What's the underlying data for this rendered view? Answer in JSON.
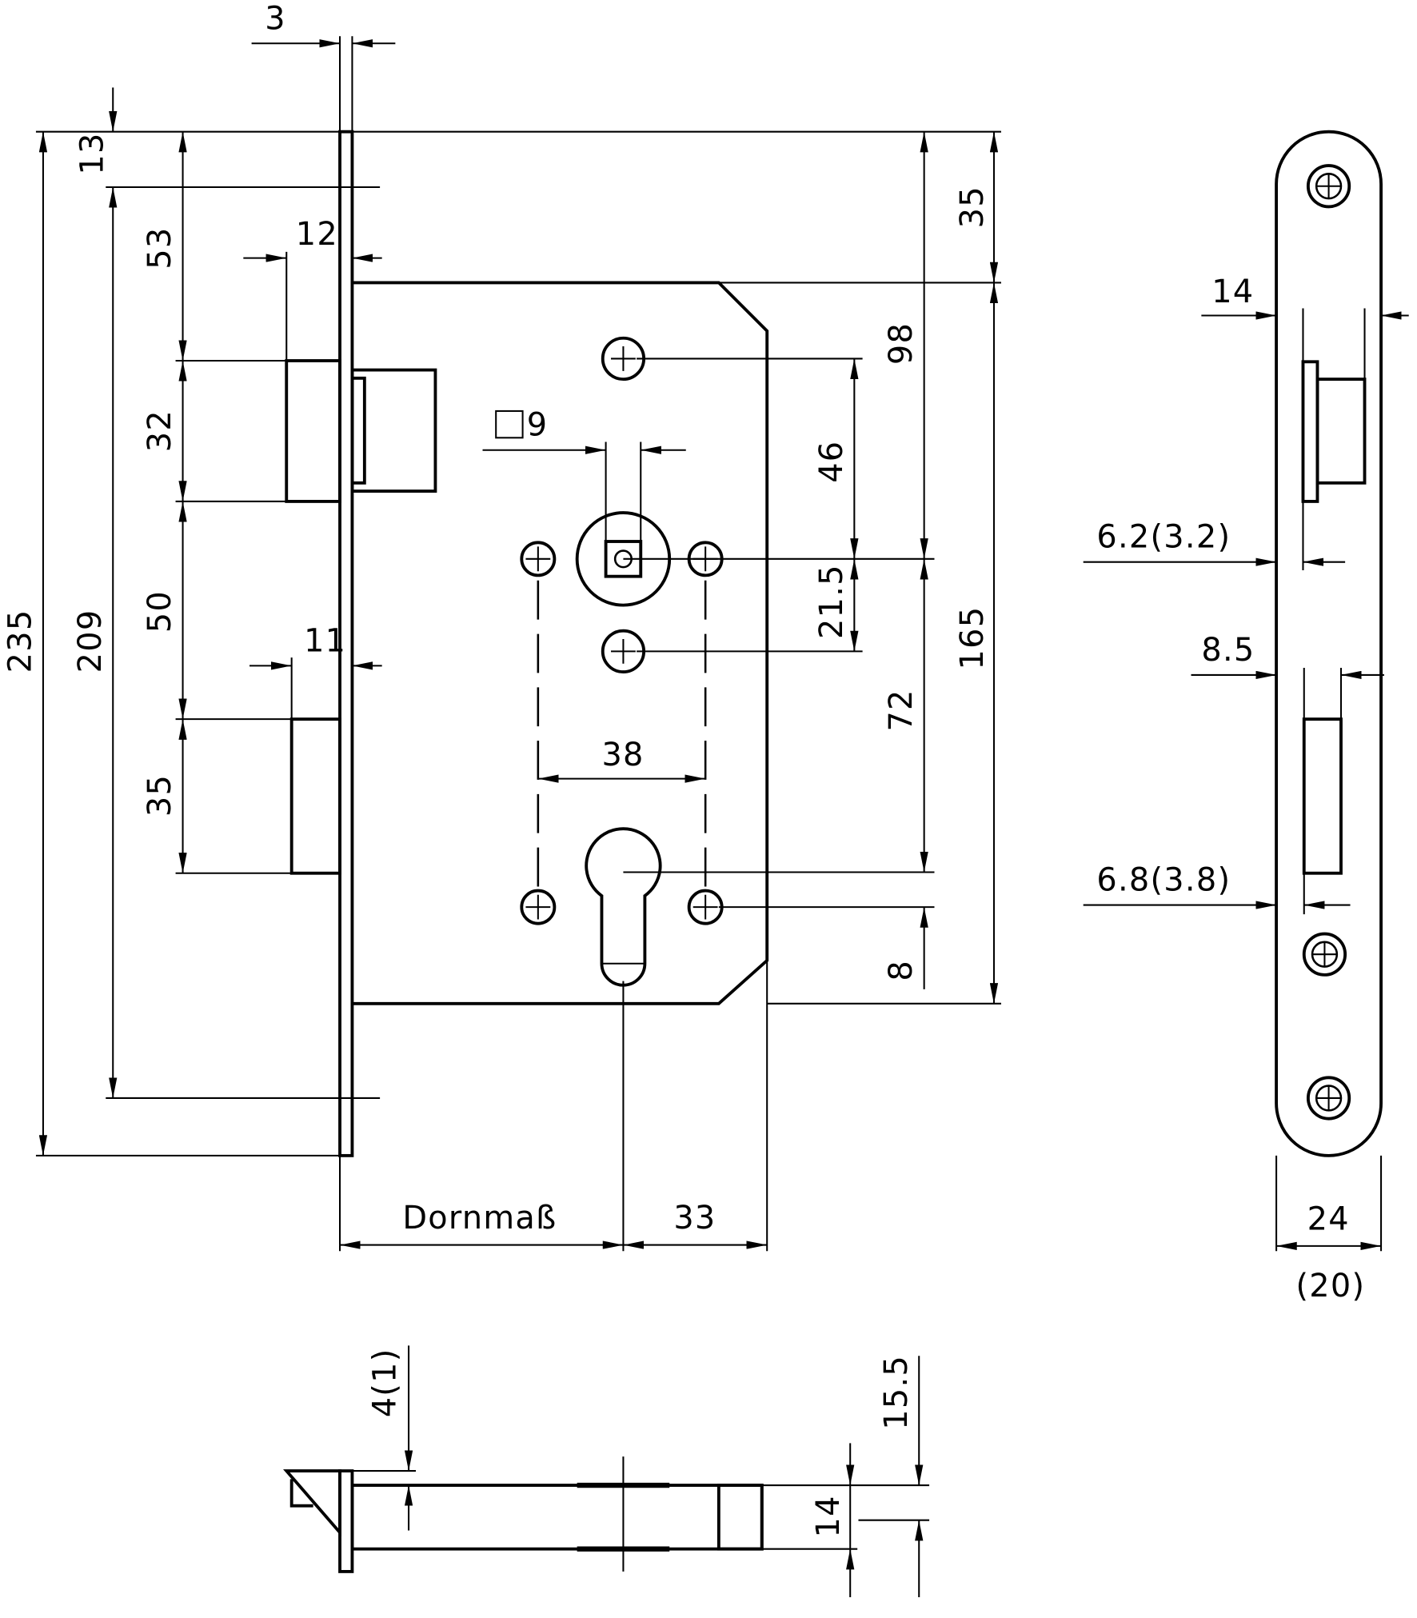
{
  "front_view": {
    "dims": {
      "faceplate_thickness": "3",
      "top_to_latch_zone": "13",
      "latch_offset": "53",
      "latch_projection": "12",
      "latch_height": "32",
      "latch_to_bolt": "50",
      "bolt_projection": "11",
      "bolt_height": "35",
      "overall_height": "235",
      "screw_spacing": "209",
      "top_to_follower": "98",
      "top_to_case": "35",
      "hole_to_follower": "46",
      "follower_to_hole": "21.5",
      "case_height": "165",
      "follower_to_cylinder": "72",
      "cylinder_to_screw": "8",
      "square_spindle": "9",
      "screw_spacing_horizontal": "38",
      "backset": "Dornmaß",
      "case_depth_behind": "33"
    }
  },
  "side_view": {
    "dims": {
      "latch_depth": "14",
      "latch_offset": "6.2(3.2)",
      "bolt_width": "8.5",
      "bolt_offset": "6.8(3.8)",
      "plate_width": "24",
      "plate_width_alt": "(20)"
    }
  },
  "bottom_view": {
    "dims": {
      "plate_offset": "4(1)",
      "total_depth": "15.5",
      "case_thickness": "14"
    }
  }
}
